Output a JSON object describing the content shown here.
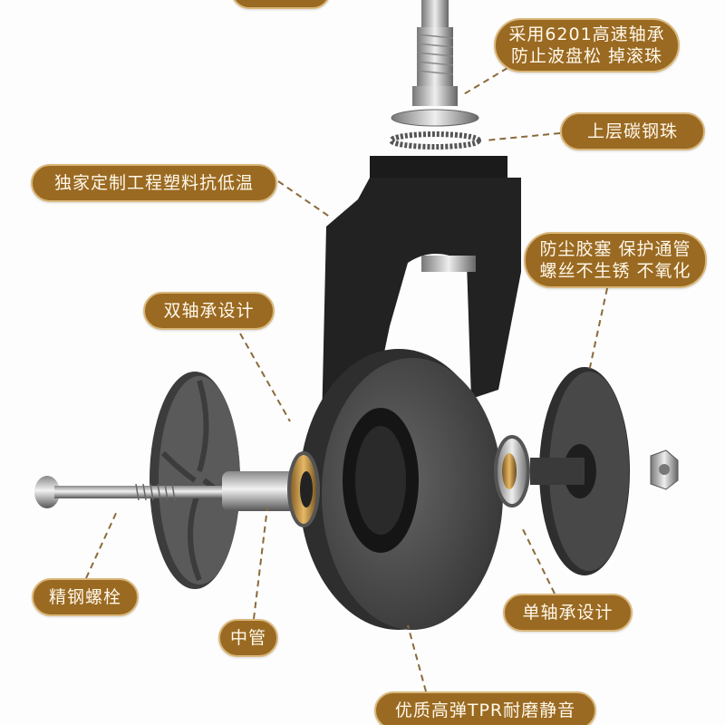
{
  "labels": {
    "top_cut": "",
    "bearing_line1": "采用6201高速轴承",
    "bearing_line2": "防止波盘松 掉滚珠",
    "steel_balls": "上层碳钢珠",
    "plastic": "独家定制工程塑料抗低温",
    "dust_cap_line1": "防尘胶塞 保护通管",
    "dust_cap_line2": "螺丝不生锈 不氧化",
    "double_bearing": "双轴承设计",
    "bolt": "精钢螺栓",
    "middle_tube": "中管",
    "single_bearing": "单轴承设计",
    "tpr": "优质高弹TPR耐磨静音"
  },
  "colors": {
    "label_fill": "#9a6a22",
    "label_text": "#fff8ea",
    "leader": "#8a6a3a"
  }
}
